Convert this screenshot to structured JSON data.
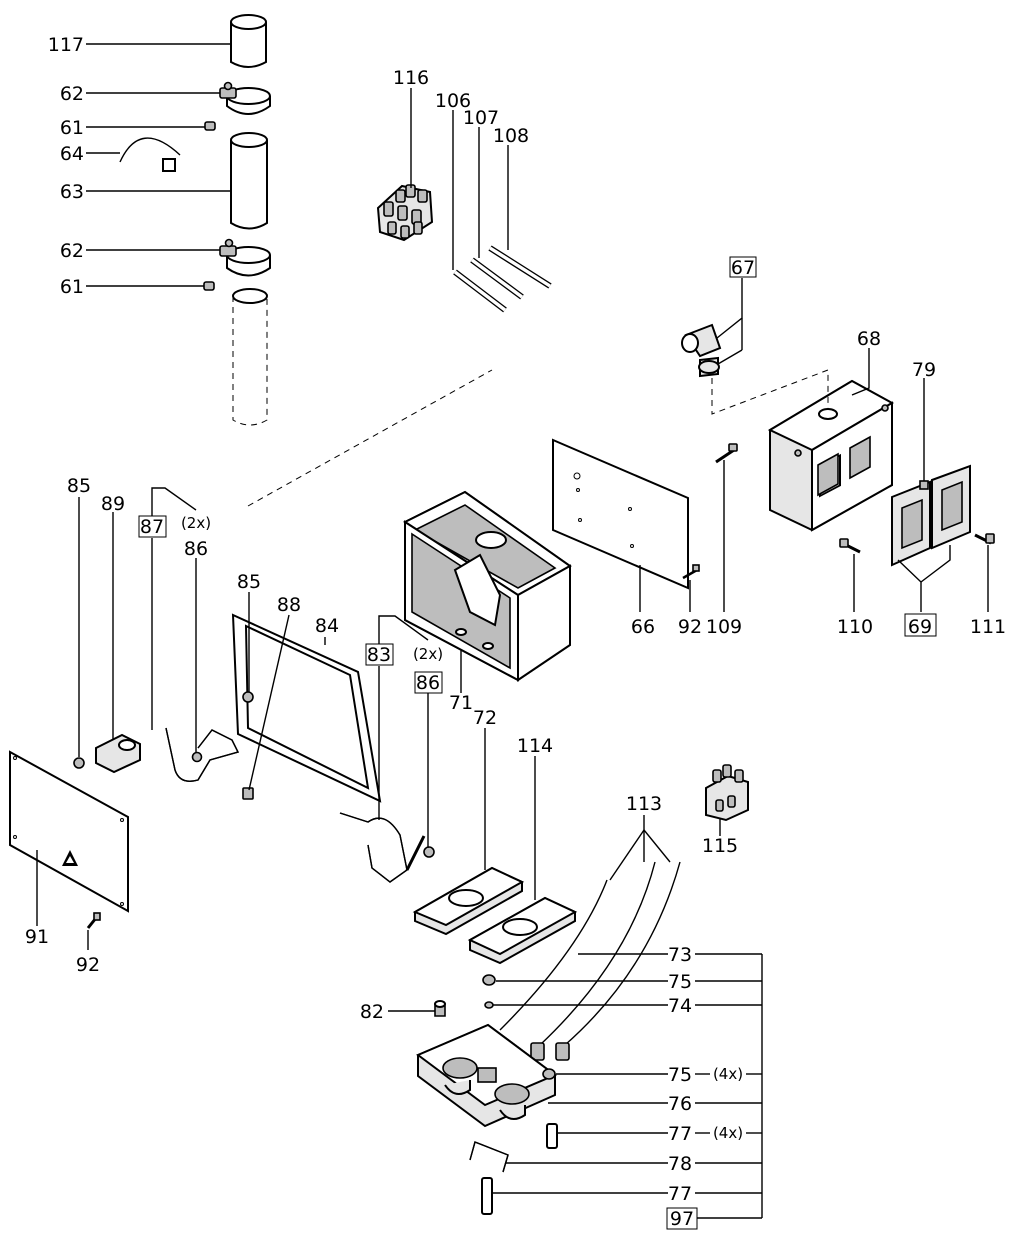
{
  "labels": {
    "l117": "117",
    "l62a": "62",
    "l61a": "61",
    "l64": "64",
    "l63": "63",
    "l62b": "62",
    "l61b": "61",
    "l116": "116",
    "l106": "106",
    "l107": "107",
    "l108": "108",
    "l67": "67",
    "l68": "68",
    "l79": "79",
    "l66": "66",
    "l92a": "92",
    "l109": "109",
    "l110": "110",
    "l69": "69",
    "l111": "111",
    "l85a": "85",
    "l89": "89",
    "l87": "87",
    "l2xa": "(2x)",
    "l86a": "86",
    "l85b": "85",
    "l88": "88",
    "l84": "84",
    "l83": "83",
    "l2xb": "(2x)",
    "l86b": "86",
    "l71": "71",
    "l72": "72",
    "l114": "114",
    "l113": "113",
    "l115": "115",
    "l91": "91",
    "l92b": "92",
    "l73": "73",
    "l75a": "75",
    "l74": "74",
    "l82": "82",
    "l75b": "75",
    "l4xa": "(4x)",
    "l76": "76",
    "l77a": "77",
    "l4xb": "(4x)",
    "l78": "78",
    "l77b": "77",
    "l97": "97"
  }
}
